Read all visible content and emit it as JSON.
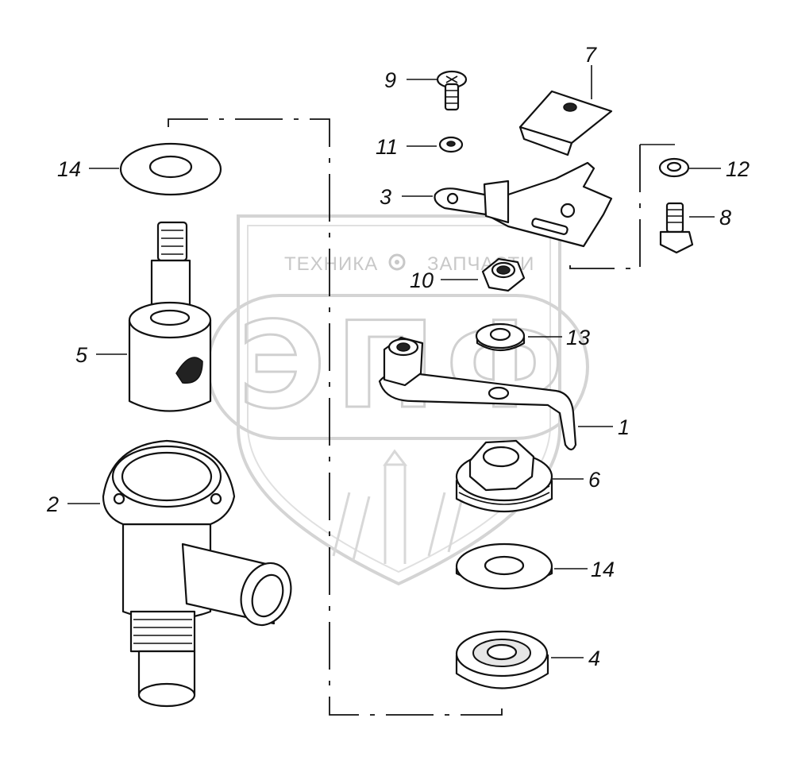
{
  "watermark": {
    "left_text": "ТЕХНИКА",
    "right_text": "ЗАПЧАСТИ",
    "logo_letters": "ЭПФ"
  },
  "callouts": {
    "c1": "1",
    "c2": "2",
    "c3": "3",
    "c4": "4",
    "c5": "5",
    "c6": "6",
    "c7": "7",
    "c8": "8",
    "c9": "9",
    "c10": "10",
    "c11": "11",
    "c12": "12",
    "c13": "13",
    "c14_left": "14",
    "c14_right": "14"
  },
  "colors": {
    "line": "#111111",
    "watermark": "#c8c8c8",
    "background": "#ffffff"
  }
}
